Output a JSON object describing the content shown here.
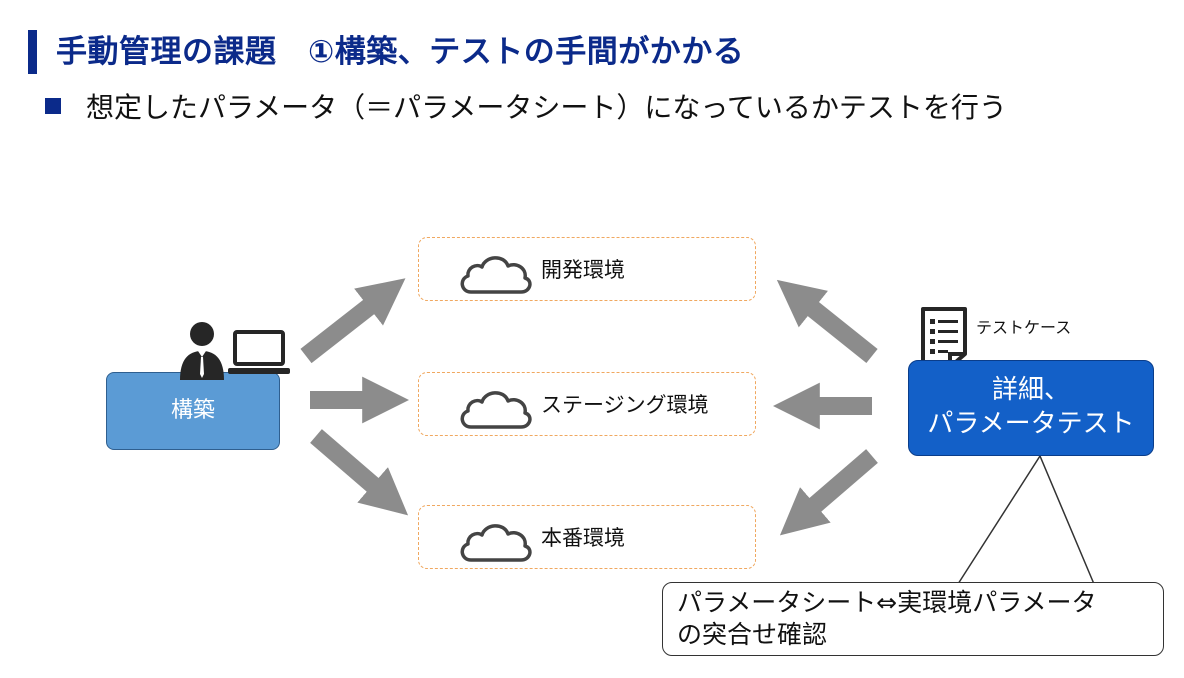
{
  "title": "手動管理の課題　①構築、テストの手間がかかる",
  "subtitle": "想定したパラメータ（＝パラメータシート）になっているかテストを行う",
  "environments": [
    {
      "label": "開発環境"
    },
    {
      "label": "ステージング環境"
    },
    {
      "label": "本番環境"
    }
  ],
  "build_box": {
    "label": "構築"
  },
  "test_case_label": "テストケース",
  "test_box": {
    "line1": "詳細、",
    "line2": "パラメータテスト"
  },
  "callout": {
    "line1": "パラメータシート⇔実環境パラメータ",
    "line2": "の突合せ確認"
  },
  "icons": [
    "person-icon",
    "laptop-icon",
    "cloud-icon",
    "document-list-icon"
  ],
  "colors": {
    "title": "#0b2a8a",
    "build_box": "#5b9bd5",
    "test_box": "#1360c8",
    "env_border": "#f0a860",
    "arrow": "#8c8c8c"
  }
}
